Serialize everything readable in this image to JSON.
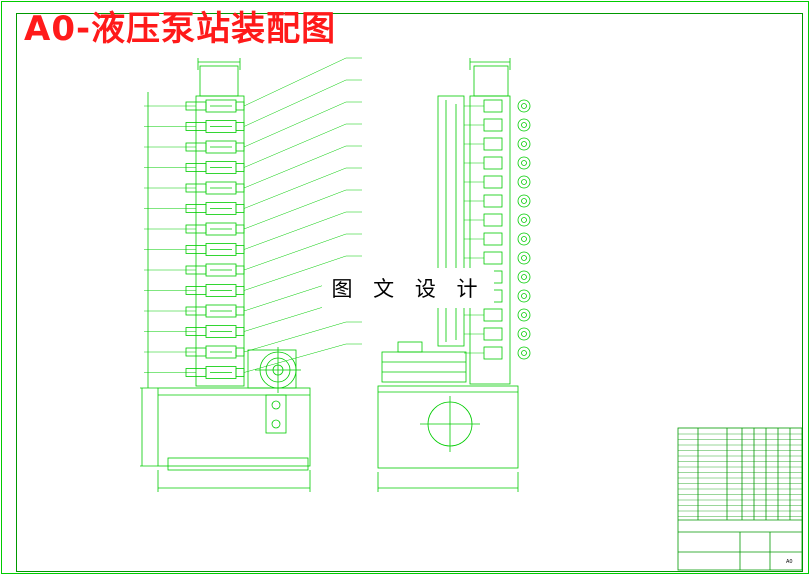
{
  "drawing": {
    "title": "A0-液压泵站装配图",
    "watermark": "图 文 设 计"
  },
  "colors": {
    "line": "#00cc00",
    "line_dark": "#009900",
    "title": "#ff1a1a",
    "background": "#ffffff"
  },
  "title_block": {
    "sheet_size": "A0"
  }
}
